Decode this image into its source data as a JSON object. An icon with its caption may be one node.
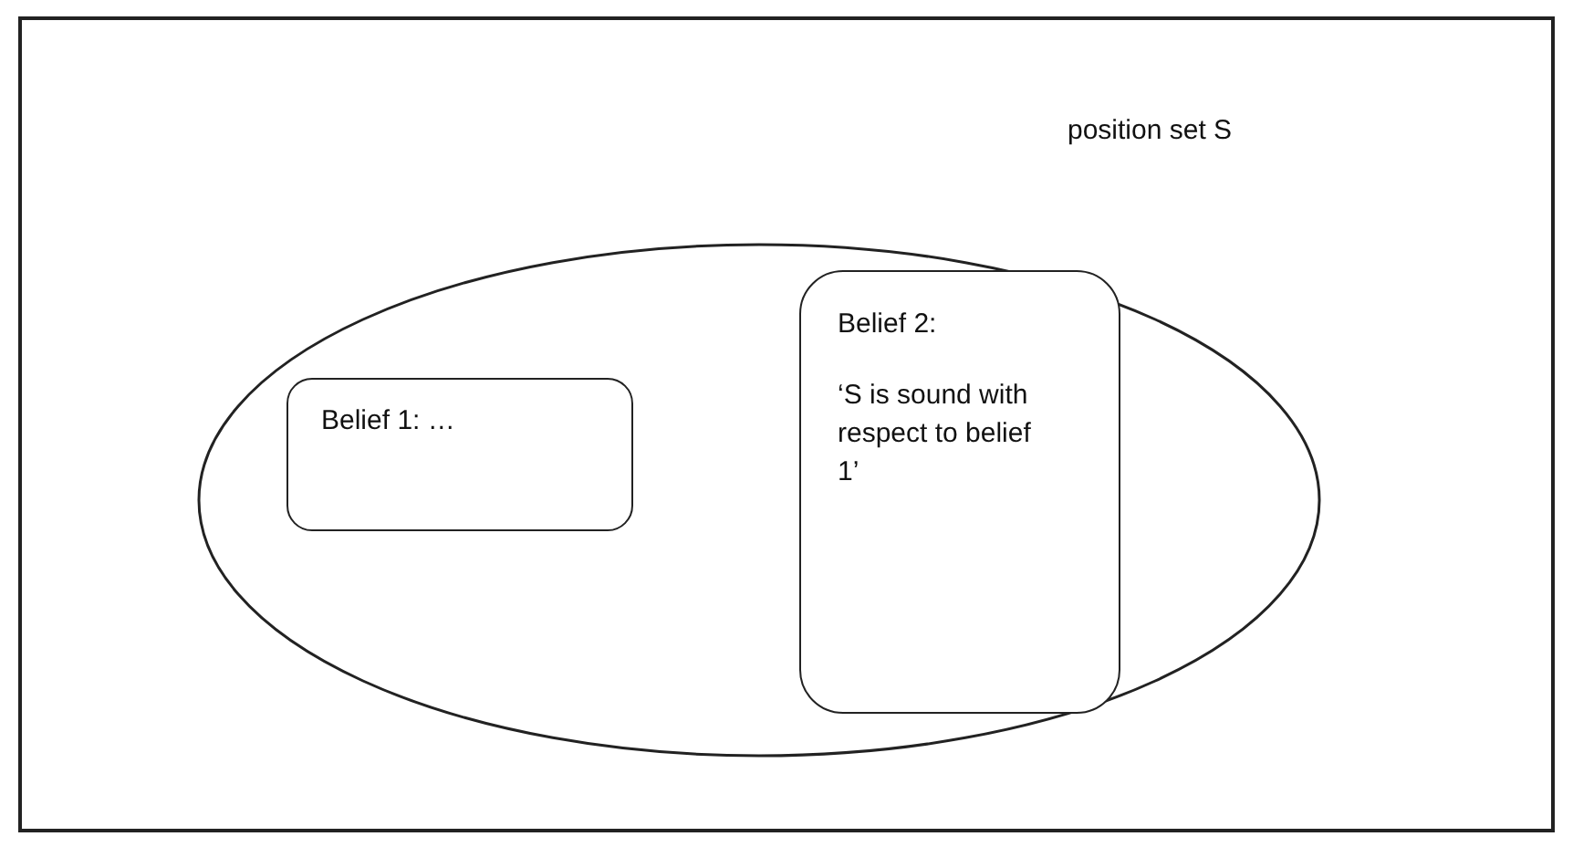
{
  "diagram": {
    "nodes": [
      {
        "text": [
          "position set S"
        ]
      },
      {
        "text": [
          "Belief 1: …"
        ],
        "in": 0
      },
      {
        "text": [
          "Belief 2:",
          "‘S is sound with respect to belief 1’"
        ],
        "in": 0
      }
    ]
  }
}
